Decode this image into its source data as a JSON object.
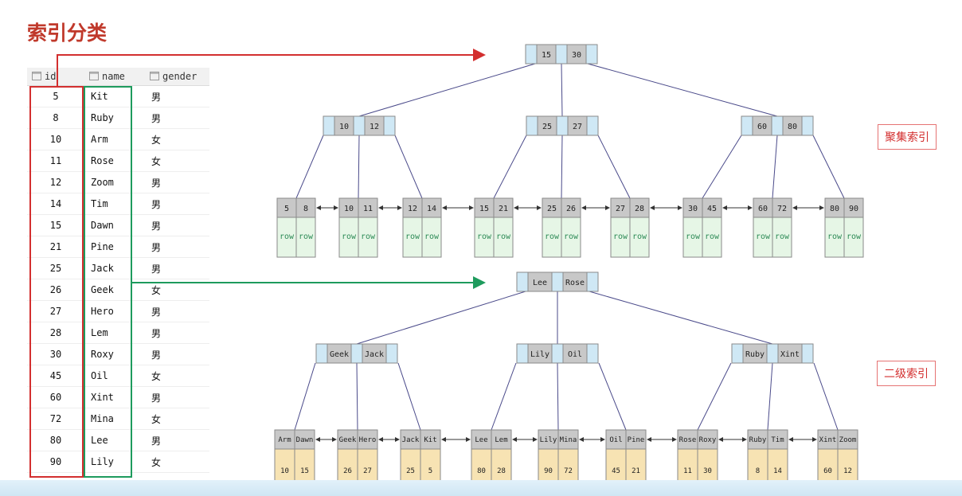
{
  "title": "索引分类",
  "table": {
    "columns": [
      "id",
      "name",
      "gender"
    ],
    "rows": [
      [
        "5",
        "Kit",
        "男"
      ],
      [
        "8",
        "Ruby",
        "男"
      ],
      [
        "10",
        "Arm",
        "女"
      ],
      [
        "11",
        "Rose",
        "女"
      ],
      [
        "12",
        "Zoom",
        "男"
      ],
      [
        "14",
        "Tim",
        "男"
      ],
      [
        "15",
        "Dawn",
        "男"
      ],
      [
        "21",
        "Pine",
        "男"
      ],
      [
        "25",
        "Jack",
        "男"
      ],
      [
        "26",
        "Geek",
        "女"
      ],
      [
        "27",
        "Hero",
        "男"
      ],
      [
        "28",
        "Lem",
        "男"
      ],
      [
        "30",
        "Roxy",
        "男"
      ],
      [
        "45",
        "Oil",
        "女"
      ],
      [
        "60",
        "Xint",
        "男"
      ],
      [
        "72",
        "Mina",
        "女"
      ],
      [
        "80",
        "Lee",
        "男"
      ],
      [
        "90",
        "Lily",
        "女"
      ]
    ]
  },
  "clustered": {
    "label": "聚集索引",
    "root": [
      "15",
      "30"
    ],
    "mid": [
      [
        "10",
        "12"
      ],
      [
        "25",
        "27"
      ],
      [
        "60",
        "80"
      ]
    ],
    "leaves": [
      [
        "5",
        "8"
      ],
      [
        "10",
        "11"
      ],
      [
        "12",
        "14"
      ],
      [
        "15",
        "21"
      ],
      [
        "25",
        "26"
      ],
      [
        "27",
        "28"
      ],
      [
        "30",
        "45"
      ],
      [
        "60",
        "72"
      ],
      [
        "80",
        "90"
      ]
    ],
    "row_text": "row"
  },
  "secondary": {
    "label": "二级索引",
    "root": [
      "Lee",
      "Rose"
    ],
    "mid": [
      [
        "Geek",
        "Jack"
      ],
      [
        "Lily",
        "Oil"
      ],
      [
        "Ruby",
        "Xint"
      ]
    ],
    "leaves": [
      {
        "keys": [
          "Arm",
          "Dawn"
        ],
        "ids": [
          "10",
          "15"
        ]
      },
      {
        "keys": [
          "Geek",
          "Hero"
        ],
        "ids": [
          "26",
          "27"
        ]
      },
      {
        "keys": [
          "Jack",
          "Kit"
        ],
        "ids": [
          "25",
          "5"
        ]
      },
      {
        "keys": [
          "Lee",
          "Lem"
        ],
        "ids": [
          "80",
          "28"
        ]
      },
      {
        "keys": [
          "Lily",
          "Mina"
        ],
        "ids": [
          "90",
          "72"
        ]
      },
      {
        "keys": [
          "Oil",
          "Pine"
        ],
        "ids": [
          "45",
          "21"
        ]
      },
      {
        "keys": [
          "Rose",
          "Roxy"
        ],
        "ids": [
          "11",
          "30"
        ]
      },
      {
        "keys": [
          "Ruby",
          "Tim"
        ],
        "ids": [
          "8",
          "14"
        ]
      },
      {
        "keys": [
          "Xint",
          "Zoom"
        ],
        "ids": [
          "60",
          "12"
        ]
      }
    ]
  },
  "colors": {
    "accent_red": "#d32f2f",
    "accent_green": "#1e9b5d",
    "key_gray": "#c8c8c8",
    "pointer_blue": "#cfe8f5",
    "row_green": "#e6f6e6",
    "id_yellow": "#f7e3b3",
    "edge": "#4a4a8a"
  }
}
